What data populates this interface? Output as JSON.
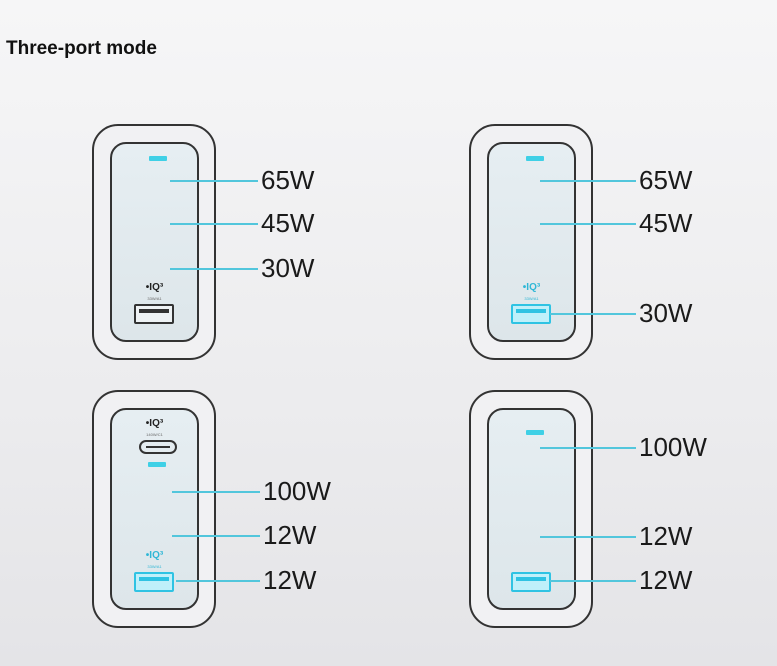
{
  "title": "Three-port mode",
  "accent_color": "#52c6dc",
  "diagrams": [
    {
      "labels": [
        "65W",
        "45W",
        "30W"
      ],
      "port_a_label": "•IQ³",
      "port_a_spec": "33W/A1"
    },
    {
      "labels": [
        "65W",
        "45W",
        "30W"
      ],
      "port_a_label": "•IQ³",
      "port_a_spec": "33W/A1"
    },
    {
      "labels": [
        "100W",
        "12W",
        "12W"
      ],
      "port_c_label": "•IQ³",
      "port_c_spec": "140W/C1",
      "port_a_label": "•IQ³",
      "port_a_spec": "33W/A1"
    },
    {
      "labels": [
        "100W",
        "12W",
        "12W"
      ]
    }
  ]
}
